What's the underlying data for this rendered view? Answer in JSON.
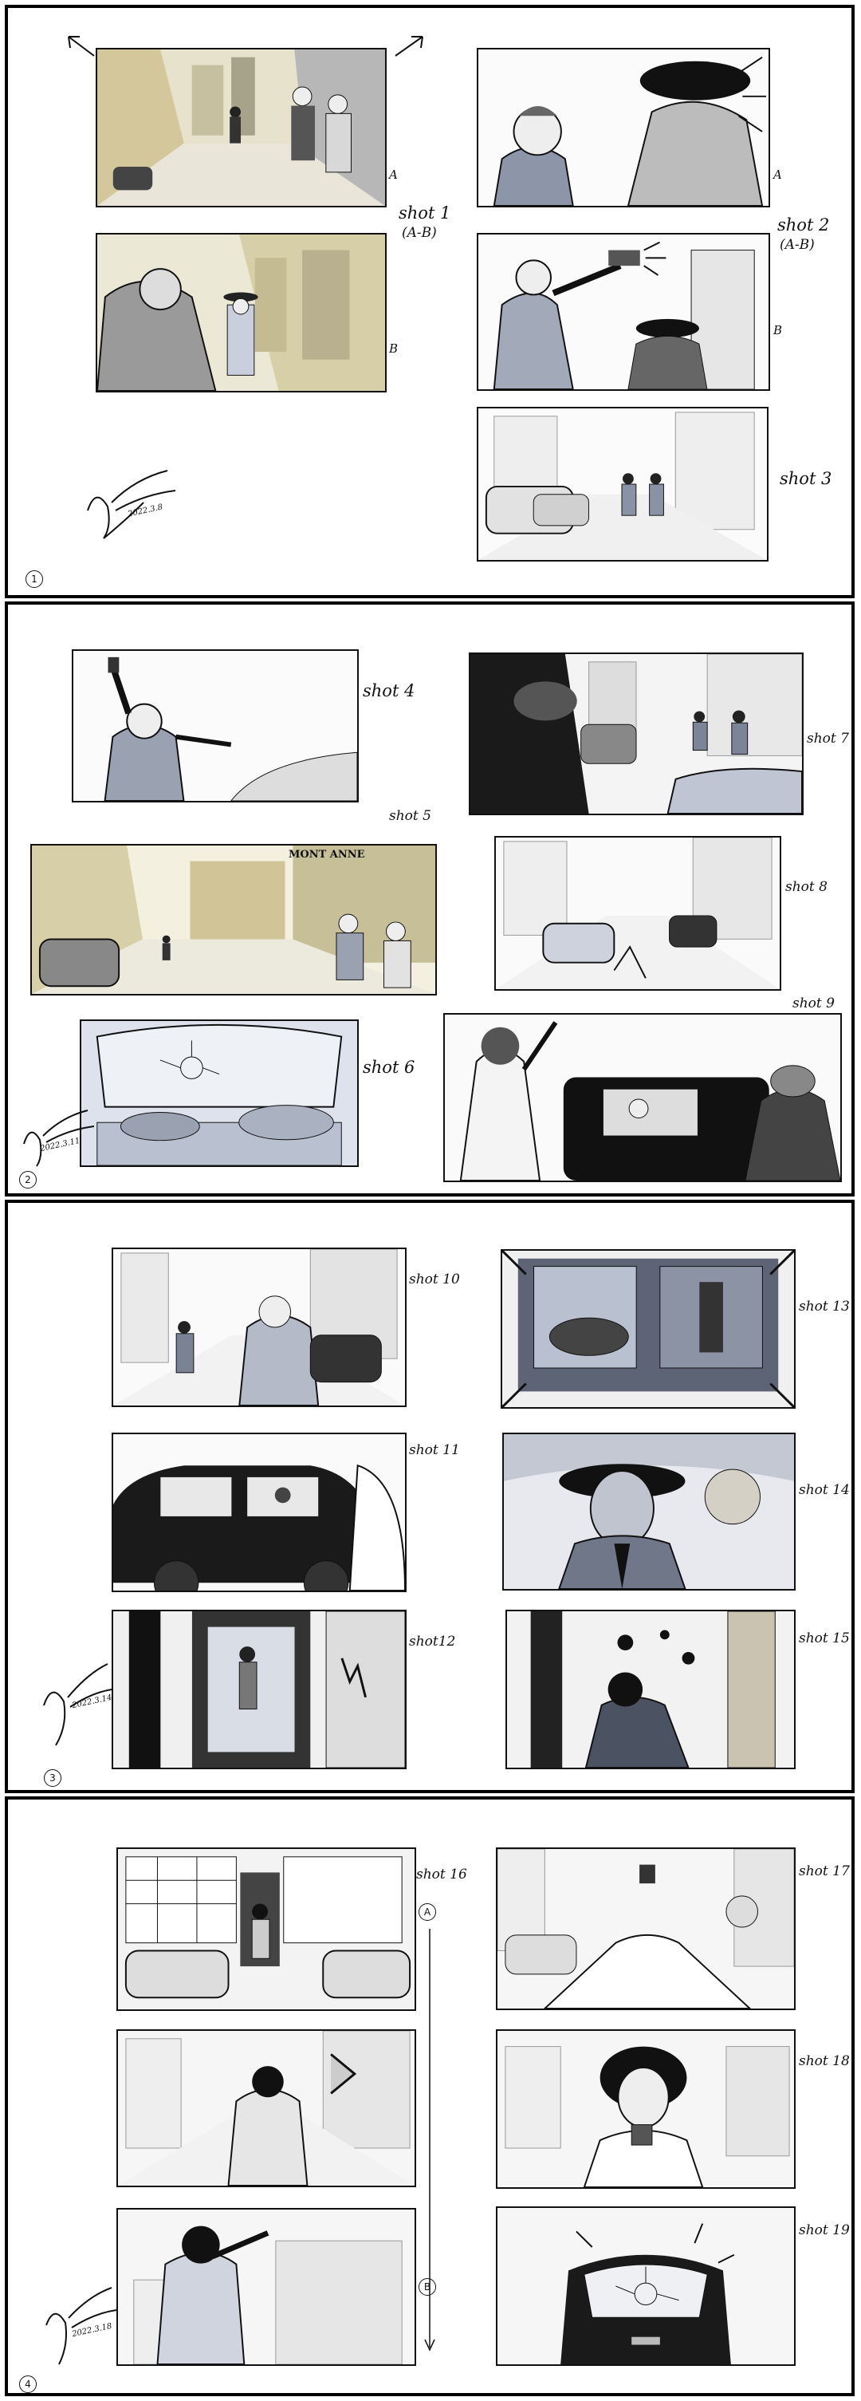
{
  "pages": [
    {
      "number": "1",
      "signature_date": "2022.3.8",
      "labels": {
        "shot1": "shot 1",
        "shot1_range": "(A-B)",
        "shot2": "shot 2",
        "shot2_range": "(A-B)",
        "shot3": "shot 3",
        "a1": "A",
        "b1": "B",
        "a2": "A",
        "b2": "B"
      }
    },
    {
      "number": "2",
      "signature_date": "2022.3.11",
      "labels": {
        "shot4": "shot 4",
        "shot5": "shot 5",
        "shot6": "shot 6",
        "shot7": "shot 7",
        "shot8": "shot 8",
        "shot9": "shot 9",
        "shot5_sign": "MONT ANNE"
      }
    },
    {
      "number": "3",
      "signature_date": "2022.3.14",
      "labels": {
        "shot10": "shot 10",
        "shot11": "shot 11",
        "shot12": "shot12",
        "shot13": "shot 13",
        "shot14": "shot 14",
        "shot15": "shot 15"
      }
    },
    {
      "number": "4",
      "signature_date": "2022.3.18",
      "labels": {
        "shot16": "shot 16",
        "shot17": "shot 17",
        "shot18": "shot 18",
        "shot19": "shot 19",
        "a16": "A",
        "b16": "B"
      }
    }
  ],
  "colors": {
    "ink": "#111111",
    "wash_blue": "#c9cfdc",
    "wash_sepia": "#d6cfa8",
    "paper": "#f7f7f7"
  }
}
